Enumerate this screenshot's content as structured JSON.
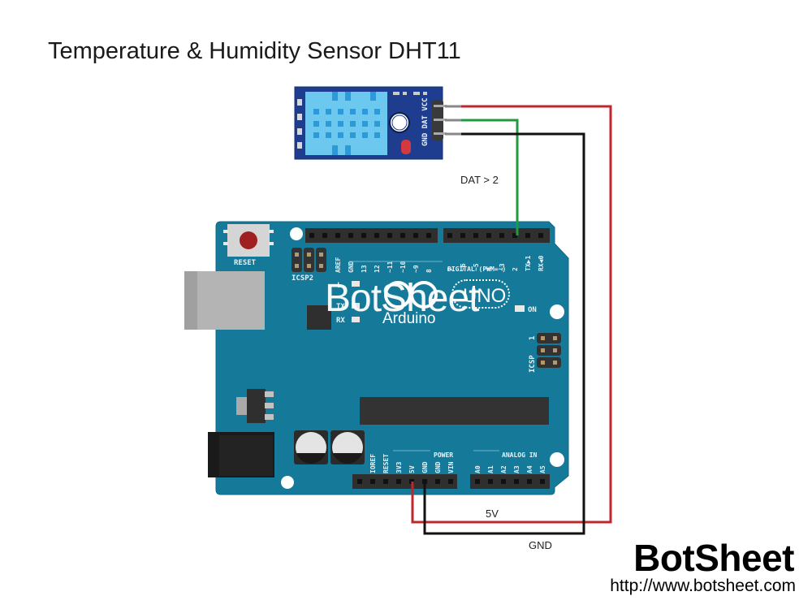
{
  "title": "Temperature & Humidity Sensor DHT11",
  "branding": {
    "name": "BotSheet",
    "url": "http://www.botsheet.com",
    "watermark": "BotSheet"
  },
  "sensor": {
    "name": "DHT11 module",
    "pins": [
      "VCC",
      "DAT",
      "GND"
    ],
    "color": "#1e3d8f",
    "grille_color": "#6cc8ee"
  },
  "wires": [
    {
      "name": "vcc-wire",
      "from": "VCC",
      "to": "5V",
      "color": "#c0272d"
    },
    {
      "name": "data-wire",
      "from": "DAT",
      "to": "2",
      "color": "#1f9a3e"
    },
    {
      "name": "gnd-wire",
      "from": "GND",
      "to": "GND",
      "color": "#111111"
    }
  ],
  "labels": {
    "data": "DAT > 2",
    "power": "5V",
    "ground": "GND"
  },
  "board": {
    "name": "Arduino UNO",
    "logo_text": "Arduino",
    "uno_text": "UNO",
    "color": "#157a9a",
    "reset_label": "RESET",
    "icsp2_label": "ICSP2",
    "icsp_label": "ICSP",
    "icsp_pin1": "1",
    "on_label": "ON",
    "tx_label": "TX",
    "rx_label": "RX",
    "l_label": "L",
    "digital_label": "DIGITAL (PWM=~)",
    "power_label": "POWER",
    "analog_label": "ANALOG IN",
    "digital_high_pins": [
      "",
      "",
      "AREF",
      "GND",
      "13",
      "12",
      "~11",
      "~10",
      "~9",
      "8"
    ],
    "digital_low_pins": [
      "7",
      "~6",
      "~5",
      "4",
      "~3",
      "2",
      "TX▶1",
      "RX◀0"
    ],
    "power_pins": [
      "",
      "IOREF",
      "RESET",
      "3V3",
      "5V",
      "GND",
      "GND",
      "VIN"
    ],
    "analog_pins": [
      "A0",
      "A1",
      "A2",
      "A3",
      "A4",
      "A5"
    ]
  }
}
